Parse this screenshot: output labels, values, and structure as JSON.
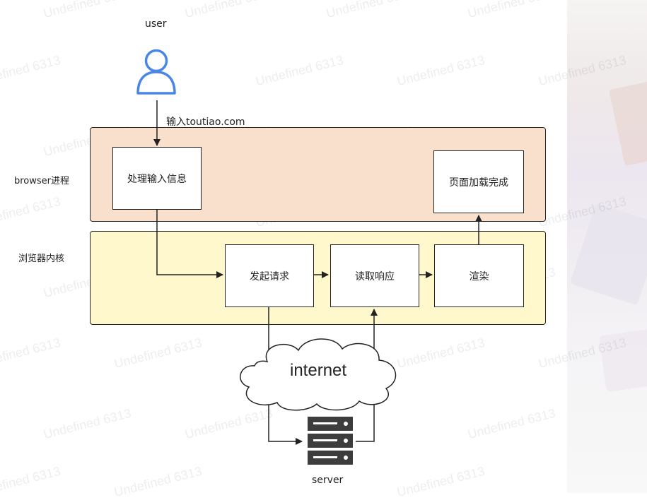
{
  "user": {
    "label": "user"
  },
  "input_action": {
    "label": "输入toutiao.com"
  },
  "lanes": {
    "browser": {
      "label": "browser进程"
    },
    "kernel": {
      "label": "浏览器内核"
    }
  },
  "nodes": {
    "handle_input": "处理输入信息",
    "page_loaded": "页面加载完成",
    "send_request": "发起请求",
    "read_response": "读取响应",
    "render": "渲染"
  },
  "cloud": {
    "label": "internet"
  },
  "server": {
    "label": "server"
  },
  "watermark": {
    "text": "Undefined 6313"
  },
  "colors": {
    "user_icon": "#4a86e8",
    "browser_lane": "#f9e0cc",
    "kernel_lane": "#fff8cd",
    "server_icon": "#3d3d3d"
  }
}
